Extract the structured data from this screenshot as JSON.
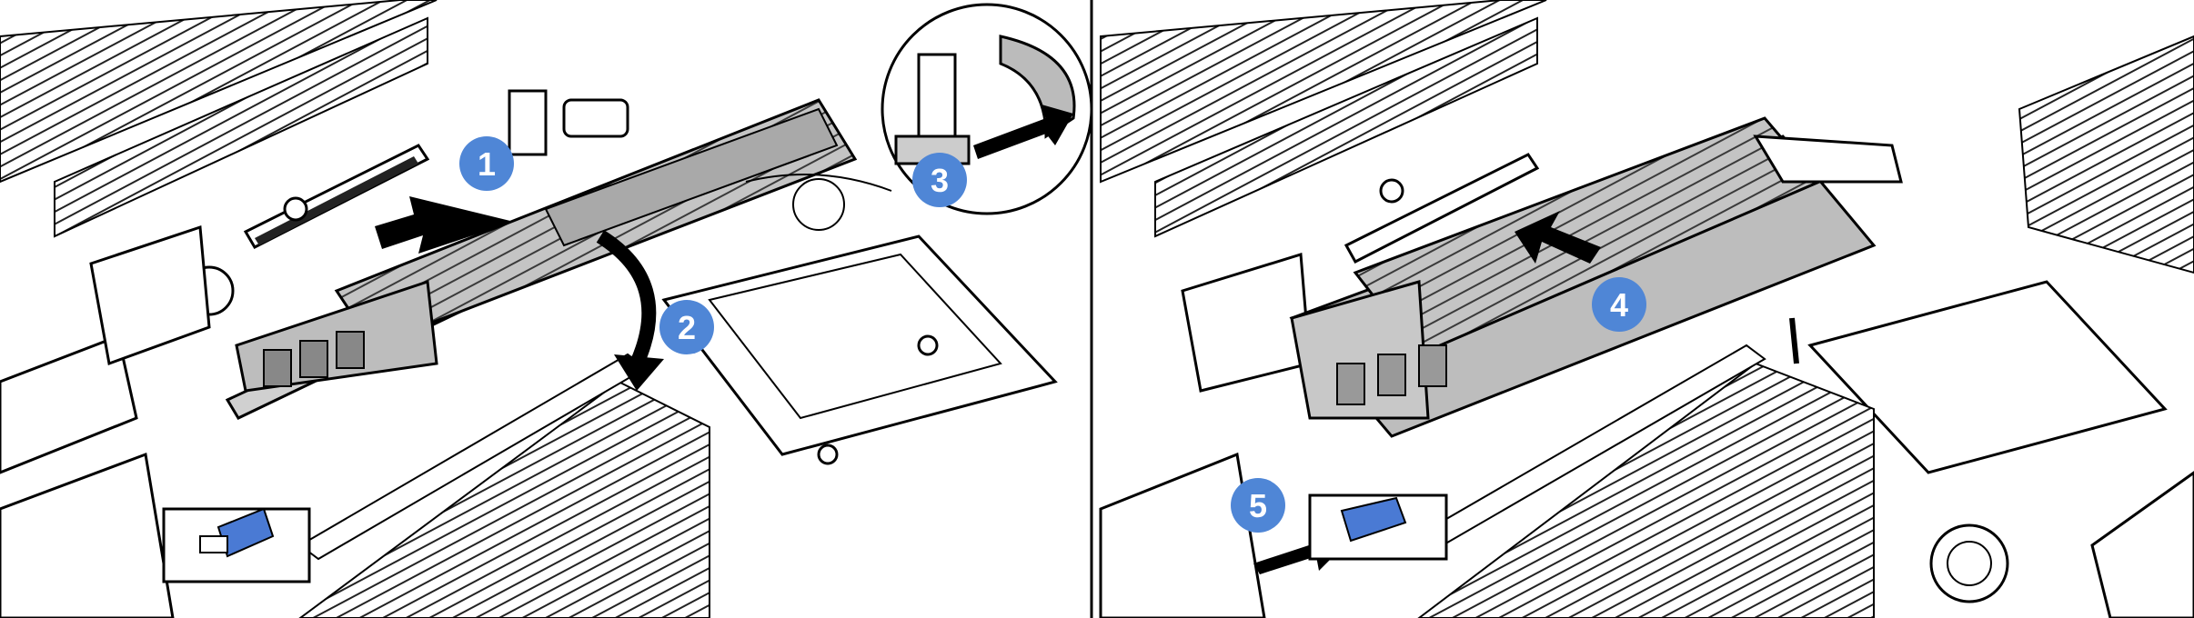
{
  "colors": {
    "badge": "#4f86d6",
    "badge_text": "#ffffff",
    "module_fill": "#bdbdbd",
    "latch_blue": "#4a7ad4",
    "line": "#000000",
    "background": "#ffffff"
  },
  "panels": [
    {
      "id": "remove-left-panel"
    },
    {
      "id": "install-right-panel"
    }
  ],
  "steps": [
    {
      "label": "1"
    },
    {
      "label": "2"
    },
    {
      "label": "3"
    },
    {
      "label": "4"
    },
    {
      "label": "5"
    }
  ],
  "icons": [
    "arrow-icon",
    "curved-arrow-icon",
    "magnified-view-icon",
    "latch-icon"
  ]
}
